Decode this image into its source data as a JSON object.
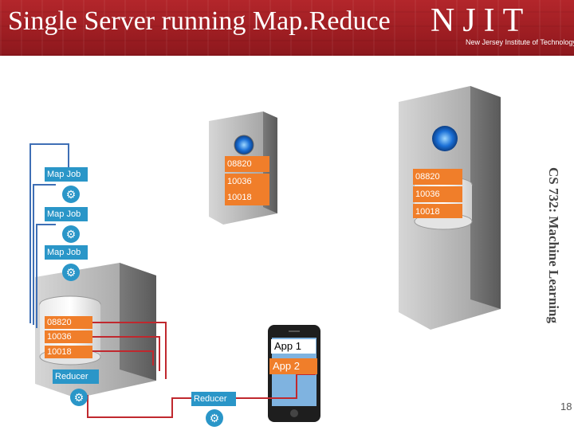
{
  "header": {
    "title": "Single Server running Map.Reduce",
    "logo": "NJIT",
    "logo_sub": "New Jersey Institute of Technology"
  },
  "side_label": "CS 732: Machine Learning",
  "page_number": "18",
  "center_server": {
    "ids": [
      "08820",
      "10036",
      "10018"
    ]
  },
  "right_server": {
    "ids": [
      "08820",
      "10036",
      "10018"
    ]
  },
  "left_server": {
    "ids": [
      "08820",
      "10036",
      "10018"
    ],
    "reducer_label": "Reducer"
  },
  "map_jobs": [
    "Map Job",
    "Map Job",
    "Map Job"
  ],
  "phone": {
    "apps": [
      "App 1",
      "App 2"
    ]
  },
  "bottom_reducer": "Reducer",
  "colors": {
    "header": "#a8232a",
    "orange": "#f07e2a",
    "blue": "#2a96c8",
    "red_line": "#c0282e",
    "blue_line": "#3f6fb5"
  }
}
